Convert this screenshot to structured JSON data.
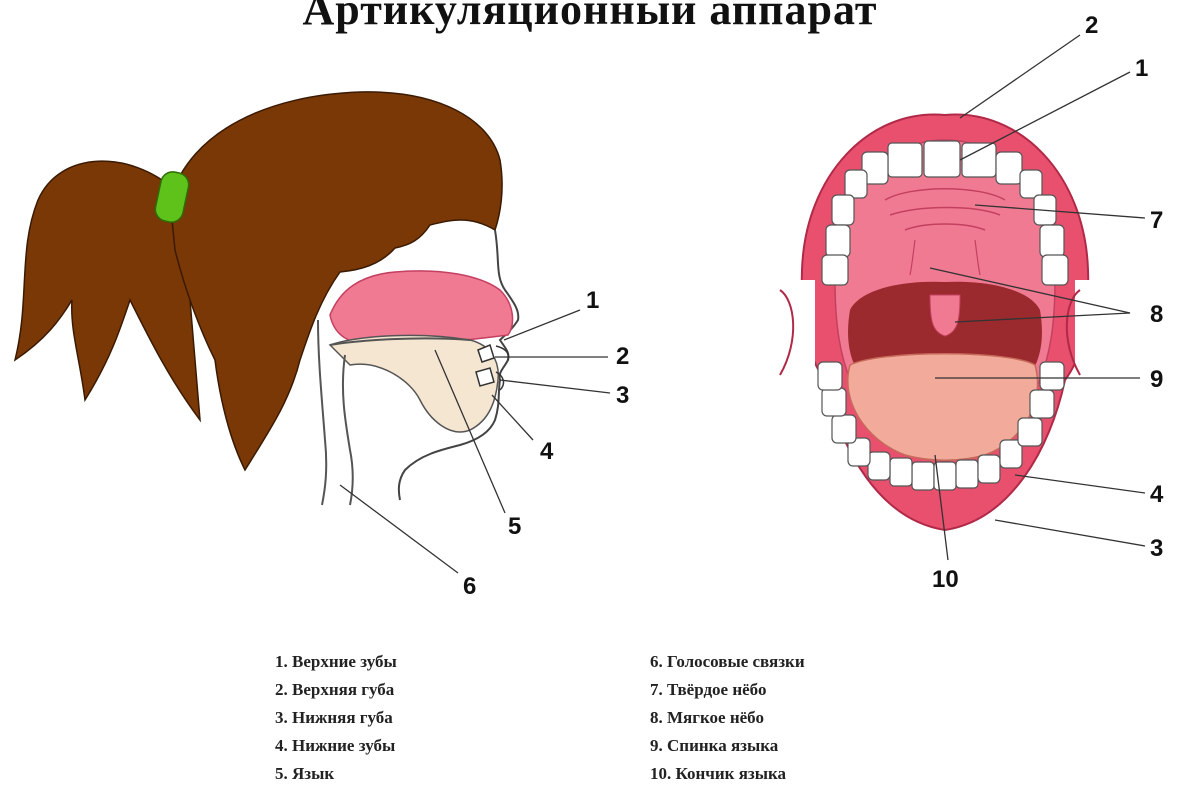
{
  "title": "Артикуляционный аппарат",
  "profile_callouts": [
    "1",
    "2",
    "3",
    "4",
    "5",
    "6"
  ],
  "mouth_callouts": [
    "2",
    "1",
    "7",
    "8",
    "9",
    "4",
    "3",
    "10"
  ],
  "legend": {
    "left": [
      "1. Верхние зубы",
      "2. Верхняя губа",
      "3. Нижняя губа",
      "4. Нижние зубы",
      "5. Язык"
    ],
    "right": [
      "6. Голосовые связки",
      "7. Твёрдое нёбо",
      "8. Мягкое нёбо",
      "9. Спинка языка",
      "10. Кончик языка"
    ]
  },
  "colors": {
    "hair": "#7a3806",
    "hair_tie": "#5fc21a",
    "lip": "#e8506e",
    "palate": "#f07a92",
    "throat": "#9b2a2e",
    "tongue": "#f2aa9a",
    "teeth": "#ffffff"
  }
}
